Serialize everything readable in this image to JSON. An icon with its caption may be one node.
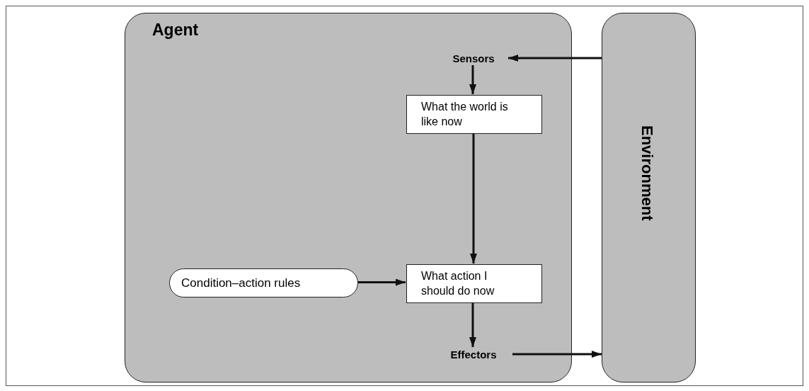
{
  "diagram": {
    "nodes": [
      {
        "text": [
          "Agent"
        ]
      },
      {
        "text": [
          "Environment"
        ]
      },
      {
        "text": [
          "Sensors"
        ],
        "in": 0
      },
      {
        "text": [
          "What the world is like now"
        ],
        "in": 0
      },
      {
        "text": [
          "What action I should do now"
        ],
        "in": 0
      },
      {
        "text": [
          "Condition–action rules"
        ],
        "in": 0
      },
      {
        "text": [
          "Effectors"
        ],
        "in": 0
      }
    ],
    "edges": [
      {
        "from": 1,
        "to": 2,
        "arrow": "to"
      },
      {
        "from": 2,
        "to": 3,
        "arrow": "to"
      },
      {
        "from": 3,
        "to": 4,
        "arrow": "to"
      },
      {
        "from": 5,
        "to": 4,
        "arrow": "to"
      },
      {
        "from": 4,
        "to": 6,
        "arrow": "to"
      },
      {
        "from": 6,
        "to": 1,
        "arrow": "to"
      }
    ]
  }
}
